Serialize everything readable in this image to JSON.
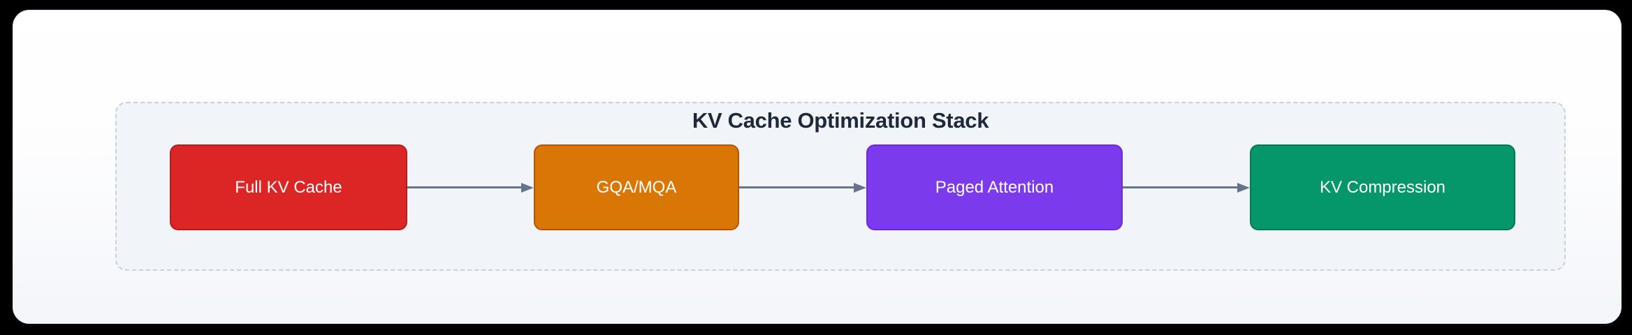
{
  "diagram": {
    "title": "KV Cache Optimization Stack",
    "title_color": "#1e293b",
    "connector_color": "#64748b",
    "group_border_color": "#c7d2e0",
    "group_fill_color": "#f1f4f9",
    "nodes": [
      {
        "label": "Full KV Cache",
        "fill": "#dc2626",
        "border": "#b91c1c",
        "text_color": "#ffffff"
      },
      {
        "label": "GQA/MQA",
        "fill": "#d97706",
        "border": "#b45309",
        "text_color": "#ffffff"
      },
      {
        "label": "Paged Attention",
        "fill": "#7c3aed",
        "border": "#6d28d9",
        "text_color": "#ffffff"
      },
      {
        "label": "KV Compression",
        "fill": "#059669",
        "border": "#047857",
        "text_color": "#ffffff"
      }
    ],
    "edges": [
      {
        "from": "Full KV Cache",
        "to": "GQA/MQA"
      },
      {
        "from": "GQA/MQA",
        "to": "Paged Attention"
      },
      {
        "from": "Paged Attention",
        "to": "KV Compression"
      }
    ]
  }
}
